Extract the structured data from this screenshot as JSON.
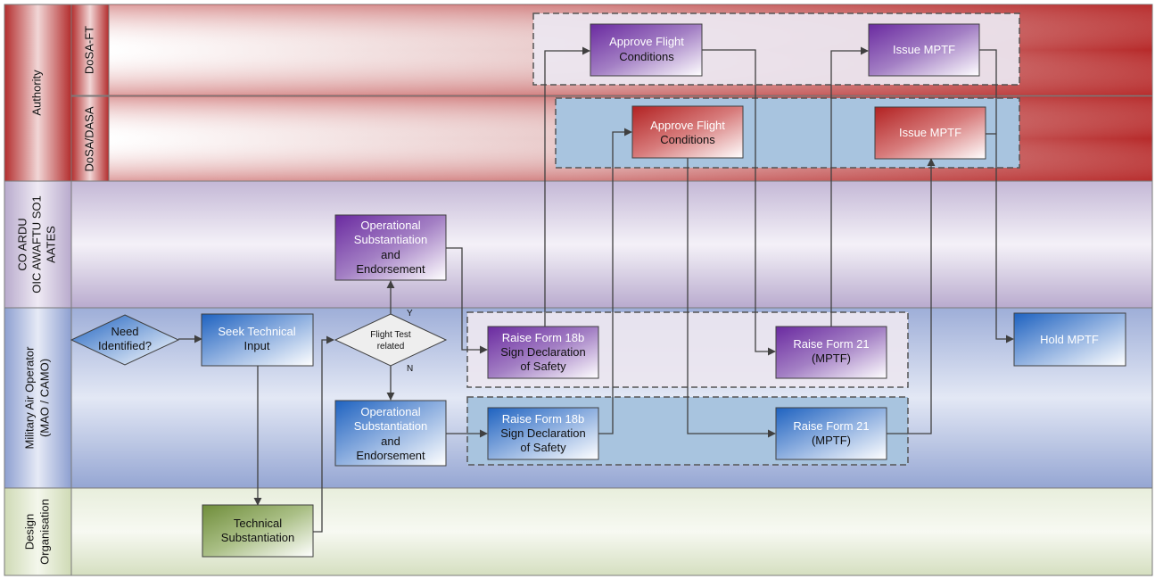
{
  "lanes": {
    "authority": {
      "label": "Authority"
    },
    "dosa_ft": {
      "label": "DoSA-FT"
    },
    "dosa_dasa": {
      "label": "DoSA/DASA"
    },
    "coardu": {
      "line1": "CO ARDU",
      "line2": "OIC AWAFTU SO1",
      "line3": "AATES"
    },
    "mao": {
      "line1": "Military Air Operator",
      "line2": "(MAO / CAMO)"
    },
    "design": {
      "line1": "Design",
      "line2": "Organisation"
    }
  },
  "shapes": {
    "need_identified": {
      "line1": "Need",
      "line2": "Identified?"
    },
    "seek_technical": {
      "line1": "Seek Technical",
      "line2": "Input"
    },
    "technical_substantiation": {
      "line1": "Technical",
      "line2": "Substantiation"
    },
    "flight_test": {
      "line1": "Flight Test",
      "line2": "related"
    },
    "op_sub_top": {
      "line1": "Operational",
      "line2": "Substantiation",
      "line3": "and",
      "line4": "Endorsement"
    },
    "op_sub_bottom": {
      "line1": "Operational",
      "line2": "Substantiation",
      "line3": "and",
      "line4": "Endorsement"
    },
    "form18b_top": {
      "line1": "Raise Form 18b",
      "line2": "Sign Declaration",
      "line3": "of Safety"
    },
    "form18b_bottom": {
      "line1": "Raise Form 18b",
      "line2": "Sign Declaration",
      "line3": "of Safety"
    },
    "approve_ft": {
      "line1": "Approve Flight",
      "line2": "Conditions"
    },
    "approve_dasa": {
      "line1": "Approve Flight",
      "line2": "Conditions"
    },
    "form21_top": {
      "line1": "Raise Form 21",
      "line2": "(MPTF)"
    },
    "form21_bottom": {
      "line1": "Raise Form 21",
      "line2": "(MPTF)"
    },
    "issue_ft": {
      "label": "Issue MPTF"
    },
    "issue_dasa": {
      "label": "Issue MPTF"
    },
    "hold": {
      "label": "Hold MPTF"
    }
  },
  "branches": {
    "yes": "Y",
    "no": "N"
  }
}
